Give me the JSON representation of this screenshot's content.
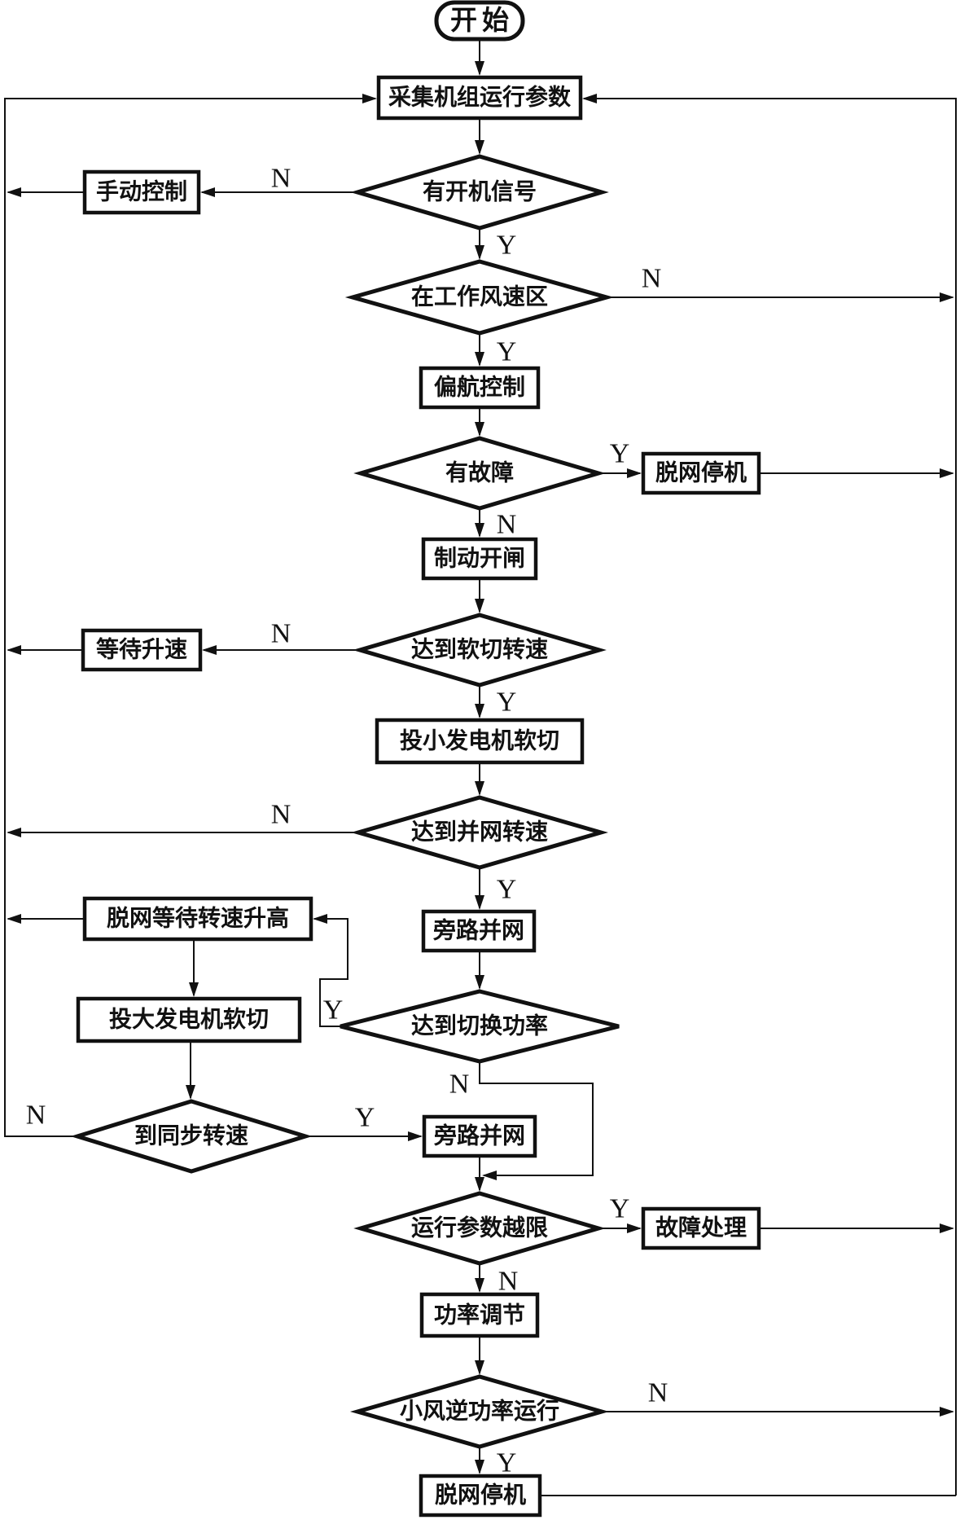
{
  "diagram": {
    "kind": "flowchart",
    "language": "zh",
    "background": "#ffffff",
    "line_color": "#111111",
    "branch_labels": {
      "yes": "Y",
      "no": "N"
    },
    "nodes": {
      "start": {
        "type": "terminal",
        "label": "开始"
      },
      "collect": {
        "type": "process",
        "label": "采集机组运行参数"
      },
      "d_start_signal": {
        "type": "decision",
        "label": "有开机信号"
      },
      "manual": {
        "type": "process",
        "label": "手动控制"
      },
      "d_wind_zone": {
        "type": "decision",
        "label": "在工作风速区"
      },
      "yaw": {
        "type": "process",
        "label": "偏航控制"
      },
      "d_fault": {
        "type": "decision",
        "label": "有故障"
      },
      "stop_grid_1": {
        "type": "process",
        "label": "脱网停机"
      },
      "brake": {
        "type": "process",
        "label": "制动开闸"
      },
      "d_soft_cut": {
        "type": "decision",
        "label": "达到软切转速"
      },
      "wait_speed": {
        "type": "process",
        "label": "等待升速"
      },
      "small_gen": {
        "type": "process",
        "label": "投小发电机软切"
      },
      "d_grid_speed": {
        "type": "decision",
        "label": "达到并网转速"
      },
      "bypass_1": {
        "type": "process",
        "label": "旁路并网"
      },
      "offgrid_wait": {
        "type": "process",
        "label": "脱网等待转速升高"
      },
      "big_gen": {
        "type": "process",
        "label": "投大发电机软切"
      },
      "d_switch_power": {
        "type": "decision",
        "label": "达到切换功率"
      },
      "d_sync_speed": {
        "type": "decision",
        "label": "到同步转速"
      },
      "bypass_2": {
        "type": "process",
        "label": "旁路并网"
      },
      "d_param_limit": {
        "type": "decision",
        "label": "运行参数越限"
      },
      "fault_handle": {
        "type": "process",
        "label": "故障处理"
      },
      "power_reg": {
        "type": "process",
        "label": "功率调节"
      },
      "d_small_wind": {
        "type": "decision",
        "label": "小风逆功率运行"
      },
      "stop_grid_2": {
        "type": "process",
        "label": "脱网停机"
      }
    },
    "edges": [
      {
        "from": "start",
        "to": "collect",
        "label": ""
      },
      {
        "from": "collect",
        "to": "d_start_signal",
        "label": ""
      },
      {
        "from": "d_start_signal",
        "to": "manual",
        "label": "N"
      },
      {
        "from": "manual",
        "to": "collect",
        "label": ""
      },
      {
        "from": "d_start_signal",
        "to": "d_wind_zone",
        "label": "Y"
      },
      {
        "from": "d_wind_zone",
        "to": "collect",
        "label": "N"
      },
      {
        "from": "d_wind_zone",
        "to": "yaw",
        "label": "Y"
      },
      {
        "from": "yaw",
        "to": "d_fault",
        "label": ""
      },
      {
        "from": "d_fault",
        "to": "stop_grid_1",
        "label": "Y"
      },
      {
        "from": "stop_grid_1",
        "to": "collect",
        "label": ""
      },
      {
        "from": "d_fault",
        "to": "brake",
        "label": "N"
      },
      {
        "from": "brake",
        "to": "d_soft_cut",
        "label": ""
      },
      {
        "from": "d_soft_cut",
        "to": "wait_speed",
        "label": "N"
      },
      {
        "from": "wait_speed",
        "to": "collect",
        "label": ""
      },
      {
        "from": "d_soft_cut",
        "to": "small_gen",
        "label": "Y"
      },
      {
        "from": "small_gen",
        "to": "d_grid_speed",
        "label": ""
      },
      {
        "from": "d_grid_speed",
        "to": "collect",
        "label": "N"
      },
      {
        "from": "d_grid_speed",
        "to": "bypass_1",
        "label": "Y"
      },
      {
        "from": "bypass_1",
        "to": "d_switch_power",
        "label": ""
      },
      {
        "from": "d_switch_power",
        "to": "offgrid_wait",
        "label": "Y"
      },
      {
        "from": "d_switch_power",
        "to": "d_param_limit",
        "label": "N"
      },
      {
        "from": "offgrid_wait",
        "to": "collect",
        "label": ""
      },
      {
        "from": "offgrid_wait",
        "to": "big_gen",
        "label": ""
      },
      {
        "from": "big_gen",
        "to": "d_sync_speed",
        "label": ""
      },
      {
        "from": "d_sync_speed",
        "to": "collect",
        "label": "N"
      },
      {
        "from": "d_sync_speed",
        "to": "bypass_2",
        "label": "Y"
      },
      {
        "from": "bypass_2",
        "to": "d_param_limit",
        "label": ""
      },
      {
        "from": "d_param_limit",
        "to": "fault_handle",
        "label": "Y"
      },
      {
        "from": "fault_handle",
        "to": "collect",
        "label": ""
      },
      {
        "from": "d_param_limit",
        "to": "power_reg",
        "label": "N"
      },
      {
        "from": "power_reg",
        "to": "d_small_wind",
        "label": ""
      },
      {
        "from": "d_small_wind",
        "to": "collect",
        "label": "N"
      },
      {
        "from": "d_small_wind",
        "to": "stop_grid_2",
        "label": "Y"
      },
      {
        "from": "stop_grid_2",
        "to": "collect",
        "label": ""
      }
    ]
  }
}
